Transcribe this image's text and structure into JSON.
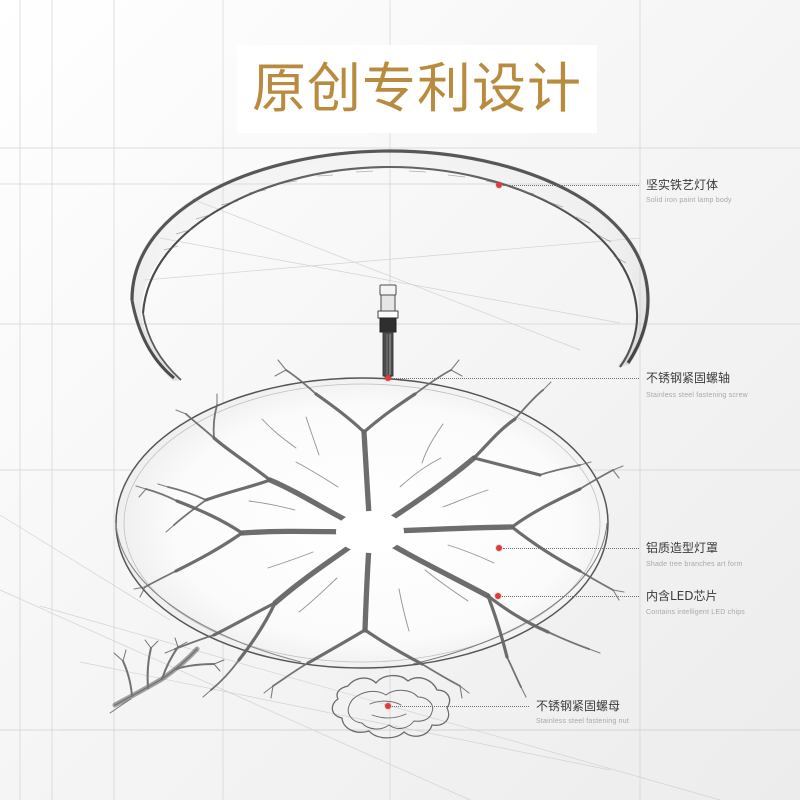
{
  "title": "原创专利设计",
  "callouts": [
    {
      "cn": "坚实铁艺灯体",
      "en": "Solid iron paint lamp body"
    },
    {
      "cn": "不锈钢紧固螺轴",
      "en": "Stainless steel fastening screw"
    },
    {
      "cn": "铝质造型灯罩",
      "en": "Shade tree branches art form"
    },
    {
      "cn": "内含LED芯片",
      "en": "Contains intelligent LED chips"
    },
    {
      "cn": "不锈钢紧固螺母",
      "en": "Stainless steel fastening nut"
    }
  ],
  "colors": {
    "title": "#b98b3f",
    "marker": "#d93d3d",
    "line": "#6e6e6e"
  }
}
